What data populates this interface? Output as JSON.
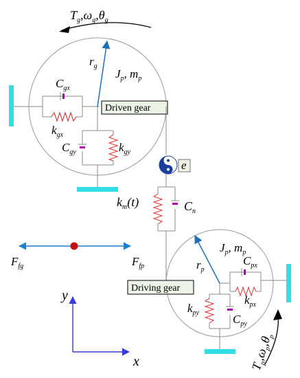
{
  "driven_gear": {
    "box_label": "Driven gear",
    "torque_sym": "T",
    "torque_sub": "g",
    "omega_sym": "ω",
    "omega_sub": "g",
    "theta_sym": "θ",
    "theta_sub": "g",
    "radius_sym": "r",
    "radius_sub": "g",
    "inertia_sym": "J",
    "inertia_sub": "p",
    "mass_sym": "m",
    "mass_sub": "p",
    "cx_sym": "C",
    "cx_sub": "gx",
    "kx_sym": "k",
    "kx_sub": "gx",
    "cy_sym": "C",
    "cy_sub": "gy",
    "ky_sym": "k",
    "ky_sub": "gy"
  },
  "mesh": {
    "e_label": "e",
    "km_sym": "k",
    "km_sub": "m",
    "km_arg": "(t)",
    "cn_sym": "C",
    "cn_sub": "n"
  },
  "friction": {
    "left_sym": "F",
    "left_sub": "fg",
    "right_sym": "F",
    "right_sub": "fp"
  },
  "driving_gear": {
    "box_label": "Driving gear",
    "radius_sym": "r",
    "radius_sub": "p",
    "inertia_sym": "J",
    "inertia_sub": "p",
    "mass_sym": "m",
    "mass_sub": "p",
    "cx_sym": "C",
    "cx_sub": "px",
    "kx_sym": "k",
    "kx_sub": "px",
    "ky_sym": "k",
    "ky_sub": "py",
    "cy_sym": "C",
    "cy_sub": "py",
    "torque_sym": "T",
    "torque_sub": "p",
    "omega_sym": "ω",
    "omega_sub": "p",
    "theta_sym": "θ",
    "theta_sub": "p"
  },
  "axes": {
    "x_label": "x",
    "y_label": "y"
  },
  "colors": {
    "support": "#33DDE6",
    "spring": "#E03030",
    "damper": "#B000B0",
    "radius_arrow": "#1E6FB8",
    "force_arrow": "#1E7FD0",
    "axis_arrow": "#3A3ADC",
    "center_dot": "#C41010",
    "line": "#888888"
  }
}
